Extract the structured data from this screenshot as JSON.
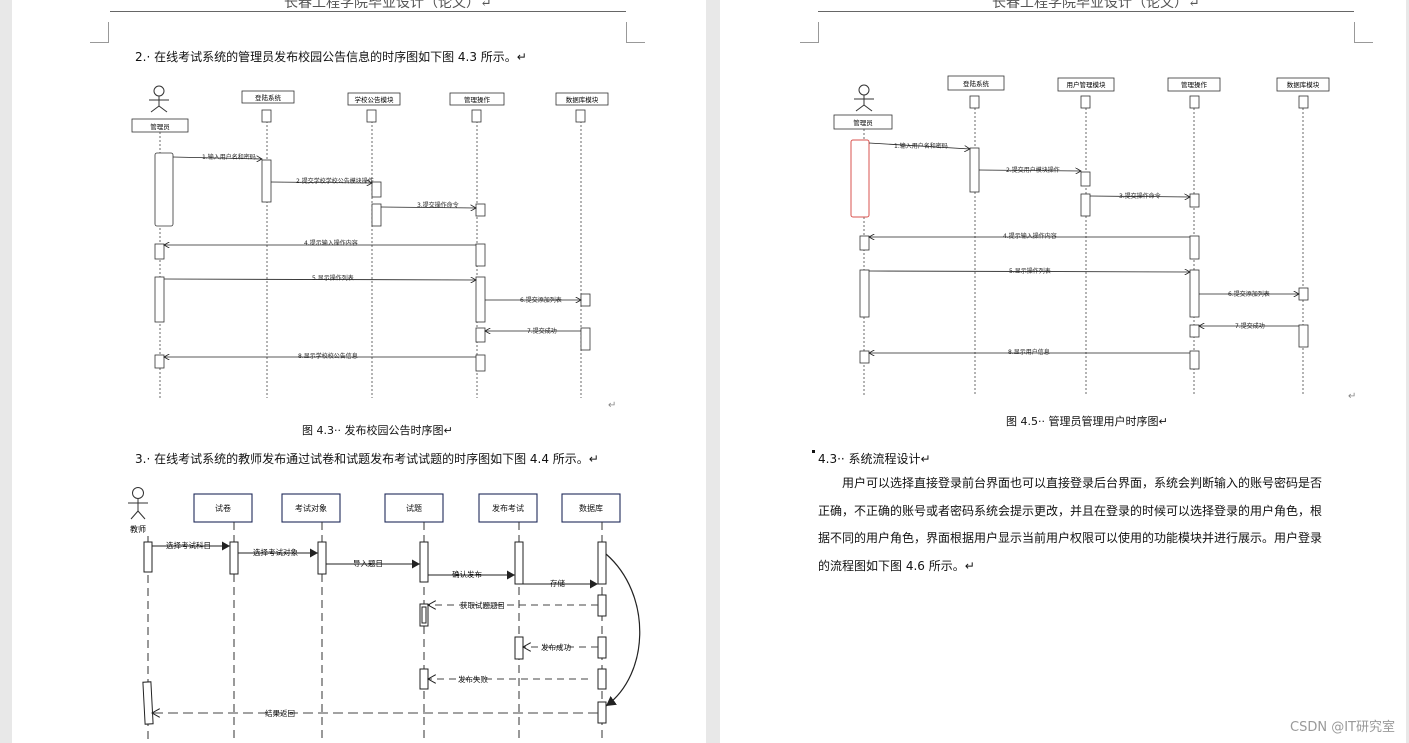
{
  "header": {
    "left": "长春工程学院毕业设计（论文）↵",
    "right": "长春工程学院毕业设计（论文）↵"
  },
  "left_page": {
    "para1": "2.· 在线考试系统的管理员发布校园公告信息的时序图如下图 4.3 所示。↵",
    "fig43": {
      "actor": "管理员",
      "lifelines": [
        "登陆系统",
        "学校公告模块",
        "管理操作",
        "数据库模块"
      ],
      "messages": [
        "1.输入用户名和密码",
        "2.提交学校学校公告模块操作",
        "3.提交操作命令",
        "4.提示输入操作内容",
        "5.显示操作列表",
        "6.提交添加列表",
        "7.提交成功",
        "8.显示学校校公告信息"
      ]
    },
    "caption43": "图 4.3·· 发布校园公告时序图↵",
    "para2": "3.· 在线考试系统的教师发布通过试卷和试题发布考试试题的时序图如下图 4.4 所示。↵",
    "fig44": {
      "actor": "教师",
      "lifelines": [
        "试卷",
        "考试对象",
        "试题",
        "发布考试",
        "数据库"
      ],
      "messages": [
        "选择考试科目",
        "选择考试对象",
        "导入题目",
        "确认发布",
        "存储",
        "获取试题题目",
        "发布成功",
        "发布失败",
        "结果返回"
      ]
    },
    "return_mark": "↵"
  },
  "right_page": {
    "fig45": {
      "actor": "管理员",
      "lifelines": [
        "登陆系统",
        "用户管理模块",
        "管理操作",
        "数据库模块"
      ],
      "messages": [
        "1.输入用户名和密码",
        "2.提交用户模块操作",
        "3.提交操作命令",
        "4.提示输入操作内容",
        "5.显示操作列表",
        "6.提交添加列表",
        "7.提交成功",
        "8.显示用户信息"
      ]
    },
    "caption45": "图 4.5·· 管理员管理用户时序图↵",
    "section_heading": "4.3·· 系统流程设计↵",
    "body_lines": [
      "用户可以选择直接登录前台界面也可以直接登录后台界面，系统会判断输入的账号密码是否",
      "正确，不正确的账号或者密码系统会提示更改，并且在登录的时候可以选择登录的用户角色，根",
      "据不同的用户角色，界面根据用户显示当前用户权限可以使用的功能模块并进行展示。用户登录",
      "的流程图如下图 4.6 所示。↵"
    ],
    "return_mark": "↵"
  },
  "watermark": "CSDN @IT研究室",
  "colors": {
    "highlight_activation": "#d9534f",
    "frame_box": "#1f2a5a",
    "line": "#222222"
  }
}
